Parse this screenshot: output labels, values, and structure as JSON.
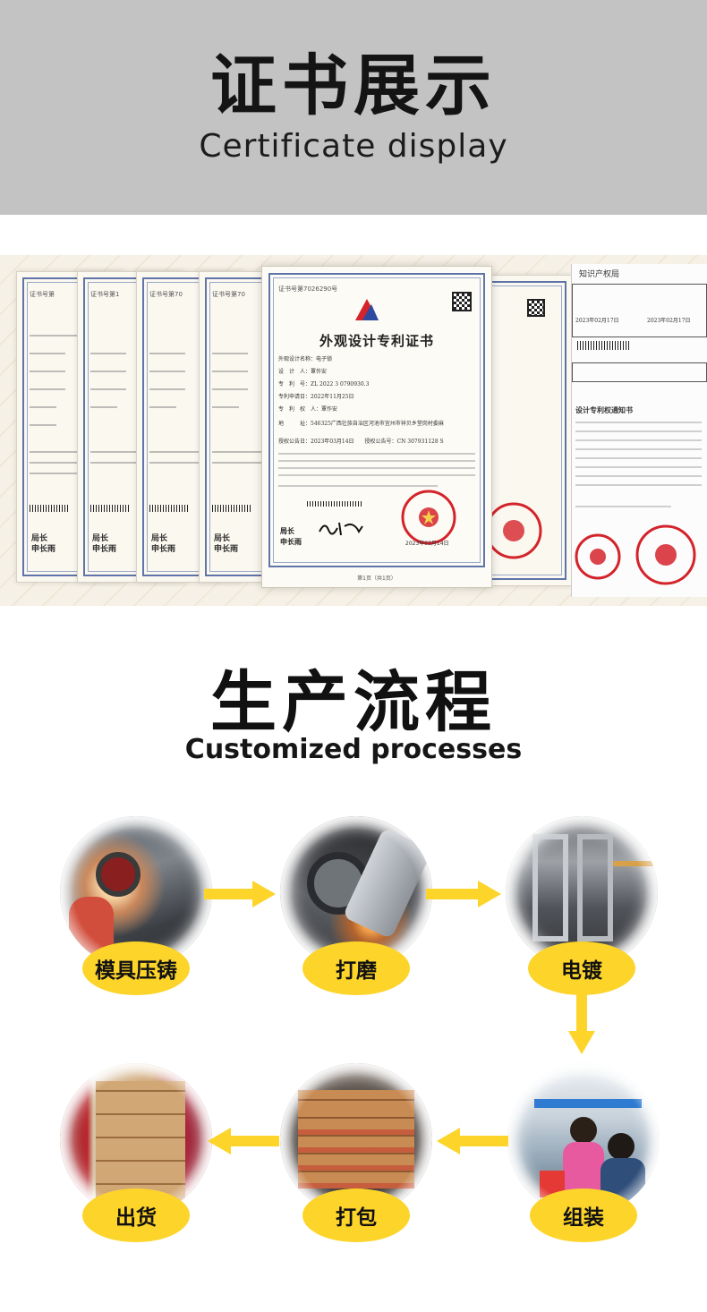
{
  "certificate_section": {
    "title": "证书展示",
    "subtitle": "Certificate display",
    "certificate": {
      "number": "证书号第7026290号",
      "title": "外观设计专利证书",
      "fields": [
        "外观设计名称：电子锁",
        "设　计　人：覃作安",
        "专　利　号：ZL 2022 3 0790930.3",
        "专利申请日：2022年11月25日",
        "专　利　权　人：覃作安",
        "地　　　址：546325广西壮族自治区河池市宜州市祥贝乡堂岗村委麻",
        "授权公告日：2023年03月14日　　授权公告号：CN 307931128 S"
      ],
      "chief_title": "局长",
      "chief_name": "申长雨",
      "seal_date": "2023年03月14日",
      "footer": "第1页（共1页）"
    },
    "side_certificates": [
      {
        "number": "证书号第",
        "chief_title": "局长",
        "chief_name": "申长雨"
      },
      {
        "number": "证书号第1",
        "chief_title": "局长",
        "chief_name": "申长雨"
      },
      {
        "number": "证书号第70",
        "chief_title": "局长",
        "chief_name": "申长雨"
      },
      {
        "number": "证书号第70",
        "chief_title": "局长",
        "chief_name": "申长雨"
      }
    ],
    "notice": {
      "header": "知识产权局",
      "date1": "2023年02月17日",
      "date2": "2023年02月17日",
      "title": "设计专利权通知书"
    }
  },
  "process_section": {
    "title": "生产流程",
    "subtitle": "Customized processes",
    "steps": [
      {
        "label": "模具压铸",
        "icon": "die-casting-photo"
      },
      {
        "label": "打磨",
        "icon": "grinding-photo"
      },
      {
        "label": "电镀",
        "icon": "electroplating-photo"
      },
      {
        "label": "组装",
        "icon": "assembly-photo"
      },
      {
        "label": "打包",
        "icon": "packing-photo"
      },
      {
        "label": "出货",
        "icon": "shipping-photo"
      }
    ],
    "colors": {
      "pill": "#fdd42a",
      "arrow": "#fdd42a"
    }
  }
}
